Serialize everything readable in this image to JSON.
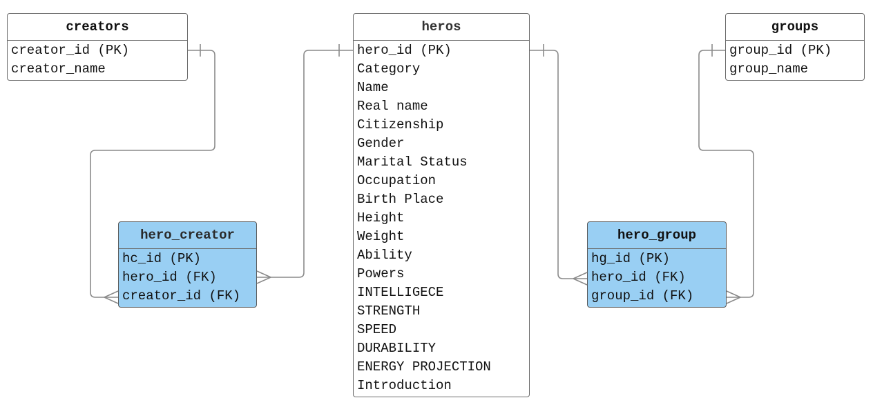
{
  "entities": {
    "creators": {
      "name": "creators",
      "fields": [
        "creator_id (PK)",
        "creator_name"
      ]
    },
    "heros": {
      "name": "heros",
      "fields": [
        "hero_id (PK)",
        "Category",
        "Name",
        "Real name",
        "Citizenship",
        "Gender",
        "Marital Status",
        "Occupation",
        "Birth Place",
        "Height",
        "Weight",
        "Ability",
        "Powers",
        "INTELLIGECE",
        "STRENGTH",
        "SPEED",
        "DURABILITY",
        "ENERGY PROJECTION",
        "Introduction"
      ]
    },
    "groups": {
      "name": "groups",
      "fields": [
        "group_id (PK)",
        "group_name"
      ]
    },
    "hero_creator": {
      "name": "hero_creator",
      "fields": [
        "hc_id (PK)",
        "hero_id (FK)",
        "creator_id (FK)"
      ]
    },
    "hero_group": {
      "name": "hero_group",
      "fields": [
        "hg_id (PK)",
        "hero_id (FK)",
        "group_id (FK)"
      ]
    }
  },
  "colors": {
    "association_fill": "#99cff3",
    "border": "#6b6b6b",
    "connector": "#8a8a8a"
  },
  "relationships": [
    {
      "from": "creators.creator_id",
      "to": "hero_creator.creator_id",
      "type": "one-to-many"
    },
    {
      "from": "heros.hero_id",
      "to": "hero_creator.hero_id",
      "type": "one-to-many"
    },
    {
      "from": "heros.hero_id",
      "to": "hero_group.hero_id",
      "type": "one-to-many"
    },
    {
      "from": "groups.group_id",
      "to": "hero_group.group_id",
      "type": "one-to-many"
    }
  ]
}
